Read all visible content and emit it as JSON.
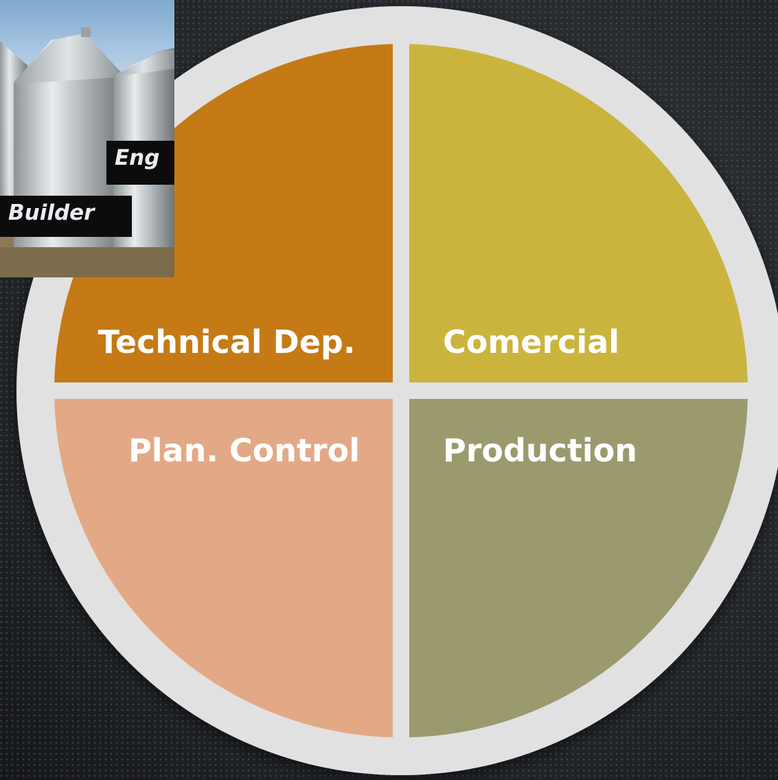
{
  "diagram": {
    "quadrants": [
      {
        "label": "Technical Dep.",
        "color": "#c57a15"
      },
      {
        "label": "Comercial",
        "color": "#cbb43e"
      },
      {
        "label": "Plan. Control",
        "color": "#e3a986"
      },
      {
        "label": "Production",
        "color": "#9b9a6e"
      }
    ],
    "ring_color": "#e1e1e1"
  },
  "photo": {
    "subject": "grain silos",
    "tags": [
      "Eng",
      "Builder"
    ]
  }
}
